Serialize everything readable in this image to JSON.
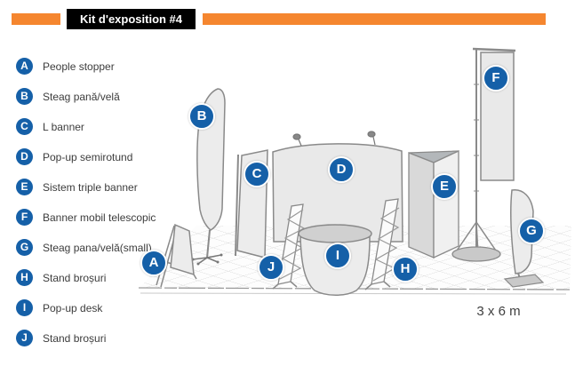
{
  "header": {
    "title": "Kit d'exposition #4"
  },
  "colors": {
    "accent_orange": "#F5862F",
    "marker_blue": "#1560A8",
    "title_bg": "#000000",
    "title_text": "#FFFFFF",
    "sketch_stroke": "#8A8A8A",
    "floor_grid": "#CCCCCC",
    "label_text": "#3C3C3C"
  },
  "legend": {
    "items": [
      {
        "letter": "A",
        "label": "People stopper"
      },
      {
        "letter": "B",
        "label": "Steag pană/velă"
      },
      {
        "letter": "C",
        "label": "L banner"
      },
      {
        "letter": "D",
        "label": "Pop-up semirotund"
      },
      {
        "letter": "E",
        "label": "Sistem triple banner"
      },
      {
        "letter": "F",
        "label": "Banner mobil telescopic"
      },
      {
        "letter": "G",
        "label": "Steag pana/velă(small)"
      },
      {
        "letter": "H",
        "label": "Stand broșuri"
      },
      {
        "letter": "I",
        "label": "Pop-up desk"
      },
      {
        "letter": "J",
        "label": "Stand broșuri"
      }
    ]
  },
  "scene": {
    "dimension_label": "3 x 6 m",
    "markers": [
      {
        "letter": "A"
      },
      {
        "letter": "B"
      },
      {
        "letter": "C"
      },
      {
        "letter": "D"
      },
      {
        "letter": "E"
      },
      {
        "letter": "F"
      },
      {
        "letter": "G"
      },
      {
        "letter": "H"
      },
      {
        "letter": "I"
      },
      {
        "letter": "J"
      }
    ]
  }
}
